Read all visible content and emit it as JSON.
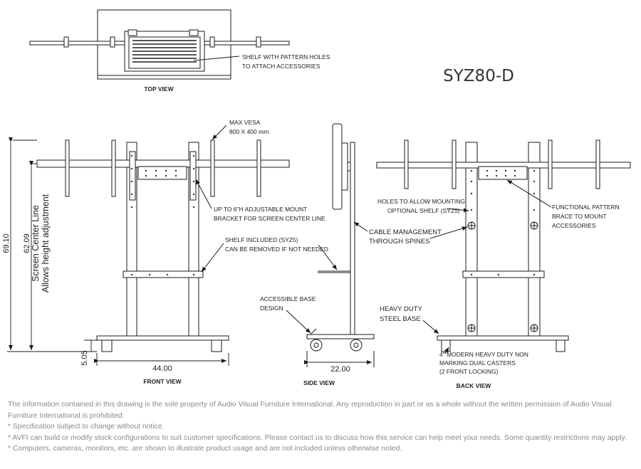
{
  "model": "SYZ80-D",
  "views": {
    "top": "TOP VIEW",
    "front": "FRONT VIEW",
    "side": "SIDE VIEW",
    "back": "BACK VIEW"
  },
  "callouts": {
    "shelf_pattern": [
      "SHELF WITH PATTERN HOLES",
      "TO ATTACH ACCESSORIES"
    ],
    "max_vesa": [
      "MAX VESA",
      "800 X 400 mm"
    ],
    "adjustable_mount": [
      "UP TO 6\"H ADJUSTABLE MOUNT",
      "BRACKET FOR SCREEN CENTER LINE"
    ],
    "shelf_included": [
      "SHELF INCLUDED (SYZ5)",
      "CAN BE REMOVED IF NOT NEEDED"
    ],
    "cable_mgmt": [
      "CABLE MANAGEMENT",
      "THROUGH SPINES"
    ],
    "accessible_base": [
      "ACCESSIBLE BASE",
      "DESIGN"
    ],
    "holes_mounting": [
      "HOLES TO ALLOW MOUNTING",
      "OPTIONAL SHELF (SYZ5)"
    ],
    "functional_pattern": [
      "FUNCTIONAL PATTERN",
      "BRACE TO MOUNT",
      "ACCESSORIES"
    ],
    "heavy_base": [
      "HEAVY DUTY",
      "STEEL BASE"
    ],
    "casters": [
      "4\" MODERN HEAVY DUTY NON",
      "MARKING DUAL CASTERS",
      "(2 FRONT LOCKING)"
    ]
  },
  "dimensions": {
    "overall_height": "69.10",
    "center_line": "62.09",
    "center_line_label": "Screen Center Line",
    "height_adjust_label": "Allows height adjustment",
    "base_height": "5.05",
    "width": "44.00",
    "depth": "22.00"
  },
  "notes": [
    "The information contained in this drawing is the sole property of Audio Visual Furniture International. Any reproduction in part or as a whole without the written permission of Audio Visual Furniture International is prohibited.",
    "* Specification subject to change without notice.",
    "* AVFI can build or modify stock configurations to suit customer specifications. Please contact us to discuss how this service can help meet your needs. Some quantity restrictions may apply.",
    "* Computers, cameras, monitors, etc. are shown to illustrate product usage and are not included unless otherwise noted."
  ],
  "colors": {
    "line": "#1a1a1a",
    "note_text": "#8a8a8a"
  }
}
